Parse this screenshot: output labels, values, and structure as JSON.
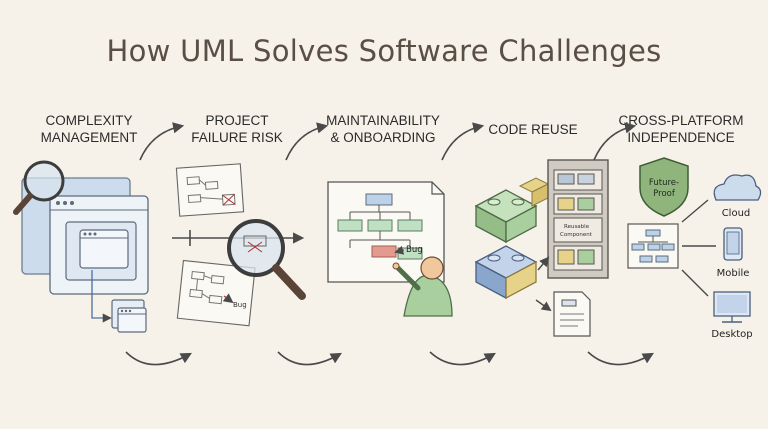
{
  "title": "How UML Solves Software Challenges",
  "steps": [
    {
      "label": "COMPLEXITY\nMANAGEMENT"
    },
    {
      "label": "PROJECT\nFAILURE RISK"
    },
    {
      "label": "MAINTAINABILITY\n& ONBOARDING"
    },
    {
      "label": "CODE REUSE"
    },
    {
      "label": "CROSS-PLATFORM\nINDEPENDENCE"
    }
  ],
  "annotations": {
    "bug_sketch": "Bug",
    "bug_marker": "Bug",
    "reusable_line1": "Reusable",
    "reusable_line2": "Component",
    "shield_line1": "Future-",
    "shield_line2": "Proof"
  },
  "platforms": {
    "cloud": "Cloud",
    "mobile": "Mobile",
    "desktop": "Desktop"
  },
  "colors": {
    "background": "#f6f2e9",
    "window_blue": "#cddcec",
    "lego_green": "#a9cf9e",
    "lego_blue": "#9db6d6",
    "lego_yellow": "#e7d28a",
    "shield_green": "#8fb57c",
    "bug_red": "#e39a8f"
  }
}
